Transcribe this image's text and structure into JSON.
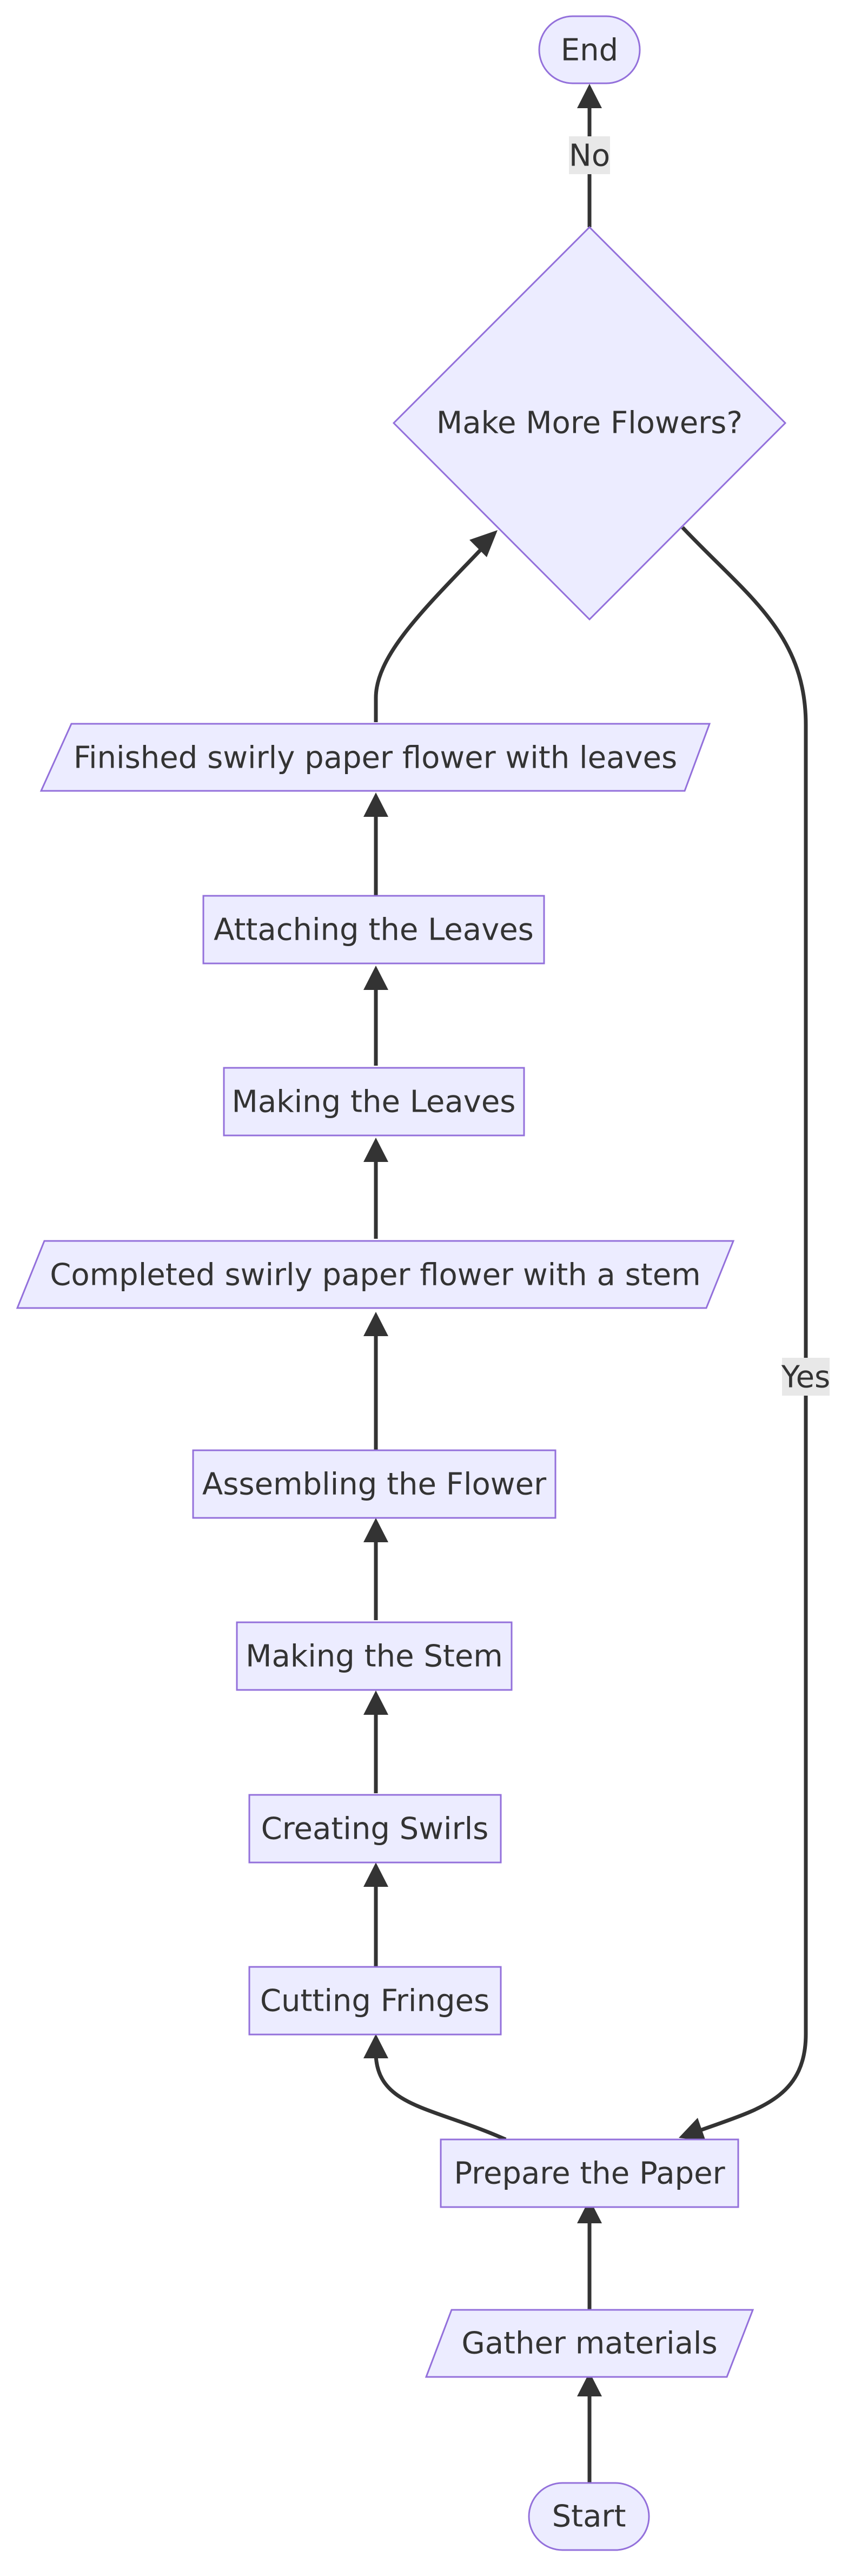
{
  "nodes": {
    "start": "Start",
    "gather": "Gather materials",
    "prepare": "Prepare the Paper",
    "cutting": "Cutting Fringes",
    "swirls": "Creating Swirls",
    "stem": "Making the Stem",
    "assemble": "Assembling the Flower",
    "completed": "Completed swirly paper flower with a stem",
    "leaves": "Making the Leaves",
    "attach": "Attaching the Leaves",
    "finished": "Finished swirly paper flower with leaves",
    "decision": "Make More Flowers?",
    "end": "End"
  },
  "edge_labels": {
    "no": "No",
    "yes": "Yes"
  },
  "colors": {
    "node_fill": "#ECECFF",
    "node_stroke": "#9370DB",
    "edge": "#333333"
  }
}
